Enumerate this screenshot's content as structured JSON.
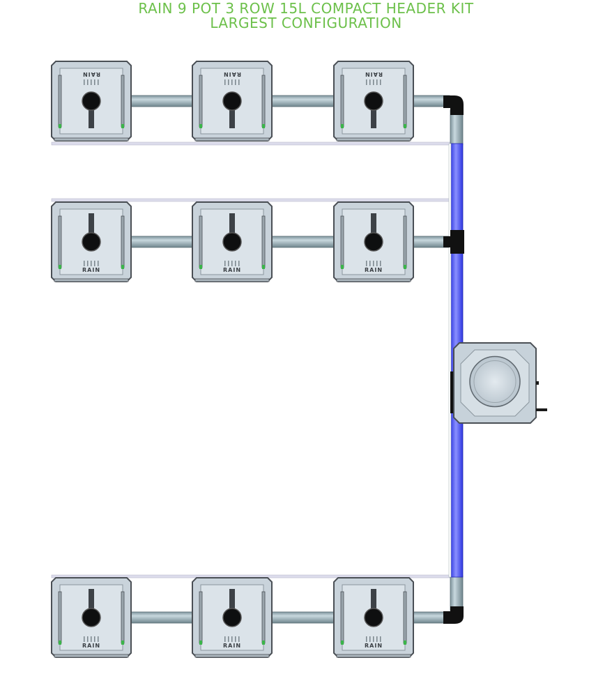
{
  "title": {
    "line1": "RAIN 9 POT 3 ROW 15L COMPACT HEADER KIT",
    "line2": "LARGEST CONFIGURATION"
  },
  "brand_label": "RAIN",
  "colors": {
    "title": "#6cc04a",
    "pot_body": "#c9d3db",
    "pot_edge": "#4a4f55",
    "pipe": "#9fb5bd",
    "header_blue": "#4a52ff",
    "drip_line": "#dcdcec",
    "elbow": "#111111",
    "connector": "#3bb54a"
  },
  "pots": [
    {
      "row": 1,
      "col": 1,
      "orientation": "top"
    },
    {
      "row": 1,
      "col": 2,
      "orientation": "top"
    },
    {
      "row": 1,
      "col": 3,
      "orientation": "top"
    },
    {
      "row": 2,
      "col": 1,
      "orientation": "bottom"
    },
    {
      "row": 2,
      "col": 2,
      "orientation": "bottom"
    },
    {
      "row": 2,
      "col": 3,
      "orientation": "bottom"
    },
    {
      "row": 3,
      "col": 1,
      "orientation": "bottom"
    },
    {
      "row": 3,
      "col": 2,
      "orientation": "bottom"
    },
    {
      "row": 3,
      "col": 3,
      "orientation": "bottom"
    }
  ],
  "reservoir": {
    "icon": "reservoir-tank-icon"
  }
}
